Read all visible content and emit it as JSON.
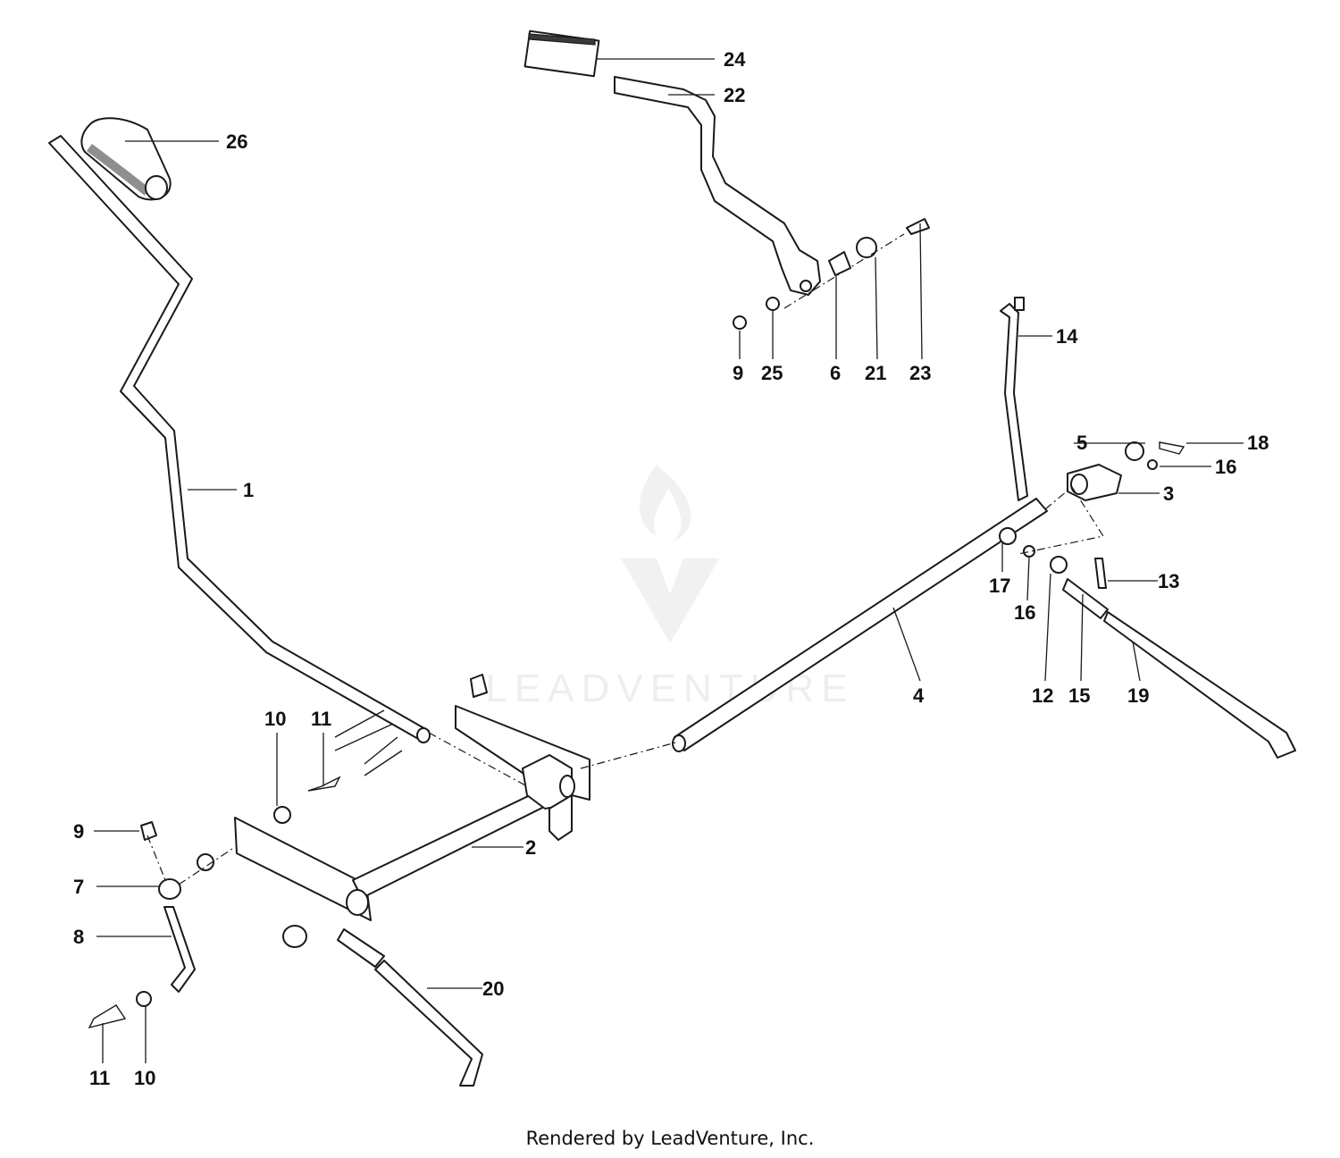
{
  "diagram": {
    "callouts": [
      "24",
      "22",
      "26",
      "9",
      "25",
      "6",
      "21",
      "23",
      "14",
      "1",
      "5",
      "18",
      "16",
      "3",
      "17",
      "16",
      "13",
      "12",
      "15",
      "19",
      "4",
      "10",
      "11",
      "9",
      "2",
      "7",
      "8",
      "20",
      "11",
      "10"
    ],
    "watermark": "LEADVENTURE"
  },
  "footer": {
    "text": "Rendered by LeadVenture, Inc."
  }
}
